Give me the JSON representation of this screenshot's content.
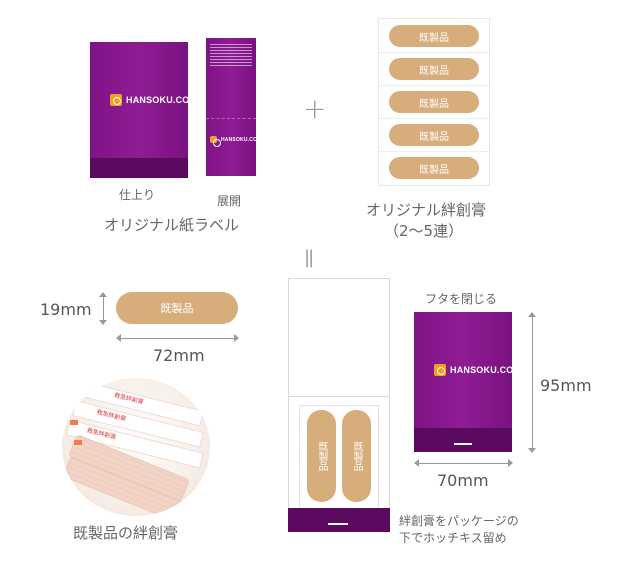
{
  "top_left": {
    "caption_finished": "仕上り",
    "caption_unfolded": "展開",
    "title": "オリジナル紙ラベル",
    "logo_text": "HANSOKU.COM"
  },
  "plus_sign": "+",
  "top_right": {
    "bandage_label": "既製品",
    "bandage_count": 5,
    "title_line1": "オリジナル絆創膏",
    "title_line2": "（2〜5連）"
  },
  "equals_sign": "||",
  "size_diagram": {
    "height_label": "19mm",
    "width_label": "72mm",
    "bandage_label": "既製品"
  },
  "photo": {
    "caption": "既製品の絆創膏",
    "label_text": "救急絆創膏"
  },
  "package": {
    "bandage_label": "既製品",
    "staple_note_line1": "絆創膏をパッケージの",
    "staple_note_line2": "下でホッチキス留め"
  },
  "closed": {
    "title": "フタを閉じる",
    "height_label": "95mm",
    "width_label": "70mm",
    "logo_text": "HANSOKU.COM"
  },
  "colors": {
    "brand_purple": "#86178c",
    "dark_purple": "#5a0a5f",
    "bandage_tan": "#d7ad7c",
    "logo_orange": "#f2a020"
  }
}
